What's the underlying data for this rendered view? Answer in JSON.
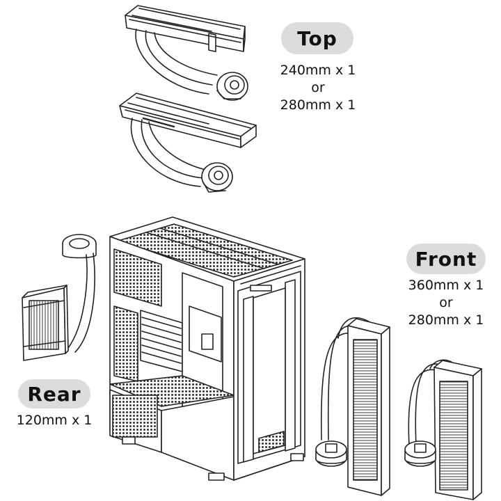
{
  "top": {
    "label": "Top",
    "lines": [
      "240mm x 1",
      "or",
      "280mm x 1"
    ]
  },
  "front": {
    "label": "Front",
    "lines": [
      "360mm x 1",
      "or",
      "280mm x 1"
    ]
  },
  "rear": {
    "label": "Rear",
    "lines": [
      "120mm x 1"
    ]
  },
  "colors": {
    "line": "#222222",
    "pill": "#dcdcdc",
    "background": "#ffffff"
  }
}
